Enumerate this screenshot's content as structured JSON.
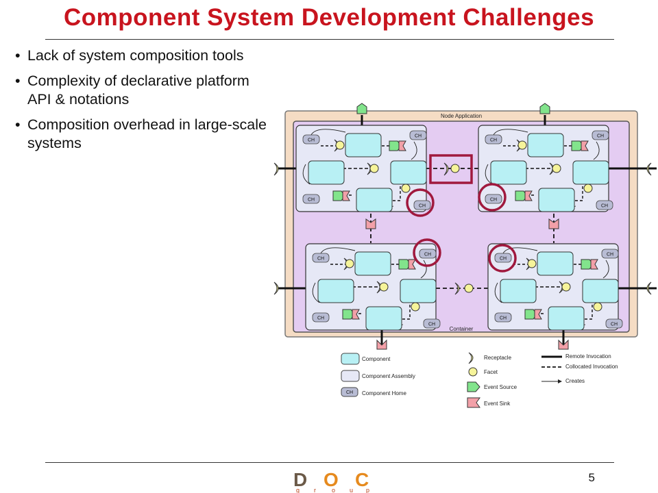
{
  "slide": {
    "title": "Component System Development Challenges",
    "page_number": "5",
    "bullets": [
      "Lack of system composition tools",
      "Complexity of declarative platform API & notations",
      "Composition overhead in large-scale systems"
    ]
  },
  "diagram": {
    "node_label": "Node Application",
    "container_label": "Container",
    "home_label": "CH",
    "legend": {
      "component": "Component",
      "assembly": "Component Assembly",
      "home": "Component Home",
      "receptacle": "Receptacle",
      "facet": "Facet",
      "event_source": "Event Source",
      "event_sink": "Event Sink",
      "remote": "Remote Invocation",
      "collocated": "Collocated Invocation",
      "creates": "Creates"
    }
  },
  "logo": {
    "text": "DOC",
    "subtext": "group"
  },
  "colors": {
    "title": "#c8141e",
    "component_fill": "#b8f0f4",
    "assembly_fill": "#e6e8f6",
    "node_fill": "#f5dcc4",
    "container_fill": "#e4ccf2",
    "event_source": "#82e48c",
    "event_sink": "#f2a0a8",
    "facet": "#f6f49a",
    "highlight": "#a0193e"
  }
}
